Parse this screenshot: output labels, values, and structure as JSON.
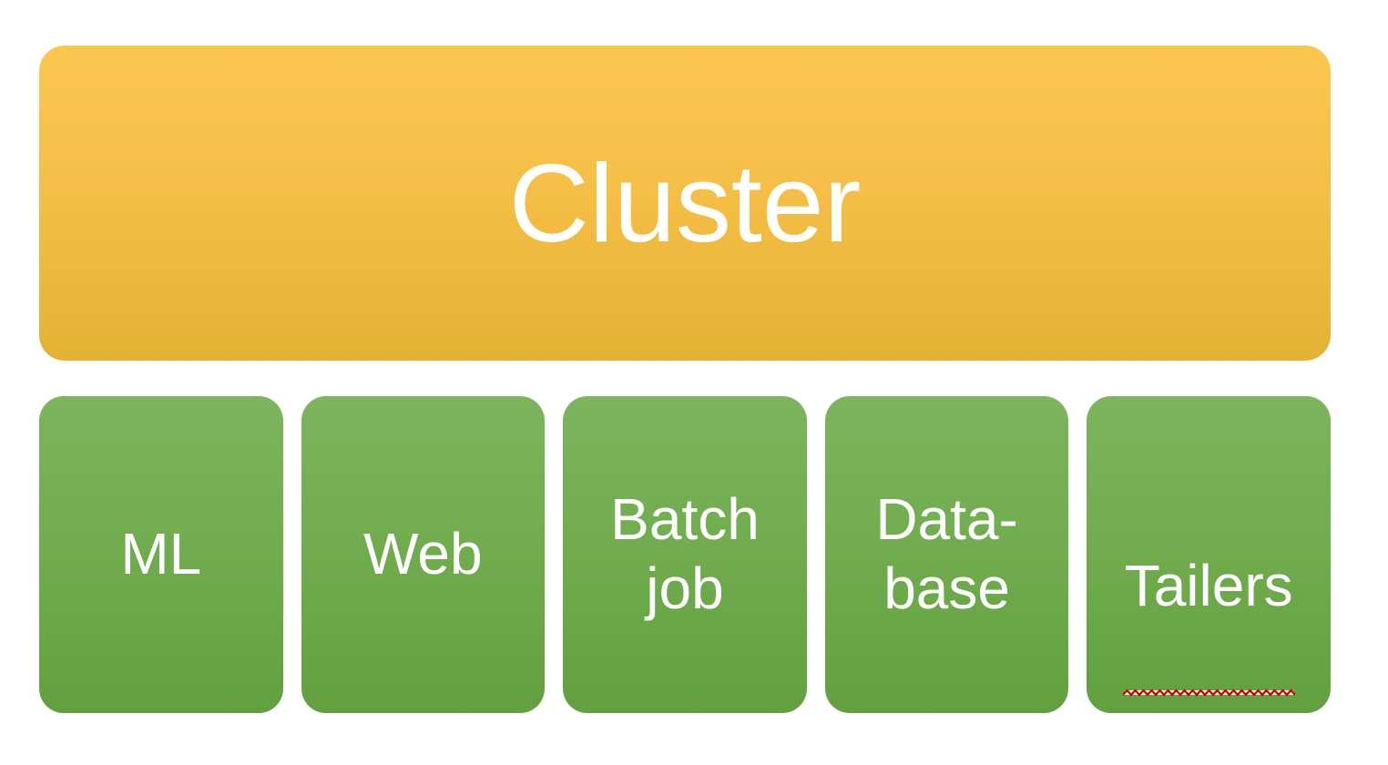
{
  "diagram": {
    "kind": "smartart-hierarchy",
    "background_color": "#FFFFFF",
    "root": {
      "label": "Cluster",
      "gradient_top": "#FDC64F",
      "gradient_bottom": "#E3B233",
      "text_color": "#FFFFFF"
    },
    "children": {
      "gradient_top": "#7DB45D",
      "gradient_bottom": "#62A03F",
      "text_color": "#FFFFFF",
      "items": [
        {
          "label": "ML"
        },
        {
          "label": "Web"
        },
        {
          "label": "Batch\njob"
        },
        {
          "label": "Data-\nbase"
        },
        {
          "label": "Tailers",
          "underlined": true,
          "spellcheck_squiggle": true,
          "squiggle_color": "#CC0000"
        }
      ]
    }
  }
}
